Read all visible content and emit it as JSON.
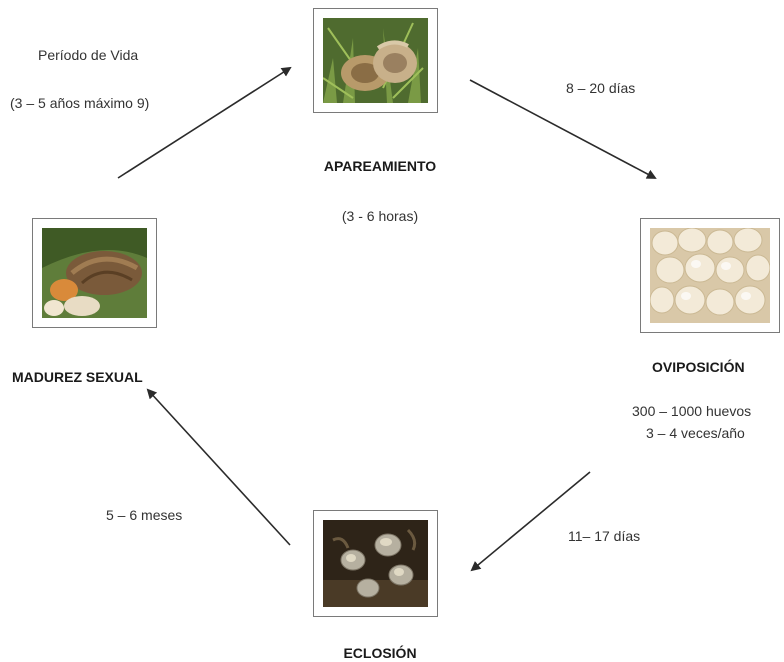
{
  "lifecycle": {
    "life_period": {
      "title": "Período de Vida",
      "range": "(3 – 5 años máximo 9)"
    },
    "stages": [
      {
        "id": "apareamiento",
        "name": "APAREAMIENTO",
        "duration": "(3 - 6 horas)",
        "image_icon": "mating-snails-photo"
      },
      {
        "id": "oviposicion",
        "name": "OVIPOSICIÓN",
        "detail_1": "300 – 1000 huevos",
        "detail_2": "3 – 4 veces/año",
        "image_icon": "snail-eggs-photo"
      },
      {
        "id": "eclosion",
        "name": "ECLOSIÓN",
        "image_icon": "hatchling-snails-photo"
      },
      {
        "id": "madurez",
        "name": "MADUREZ SEXUAL",
        "image_icon": "adult-snail-photo"
      }
    ],
    "transitions": [
      {
        "from": "apareamiento",
        "to": "oviposicion",
        "label": "8 – 20 días"
      },
      {
        "from": "oviposicion",
        "to": "eclosion",
        "label": "11– 17 días"
      },
      {
        "from": "eclosion",
        "to": "madurez",
        "label": "5 – 6 meses"
      },
      {
        "from": "madurez",
        "to": "apareamiento",
        "label": ""
      }
    ],
    "colors": {
      "arrow": "#2b2b2b",
      "frame": "#7a7a7a",
      "text": "#333333"
    }
  }
}
